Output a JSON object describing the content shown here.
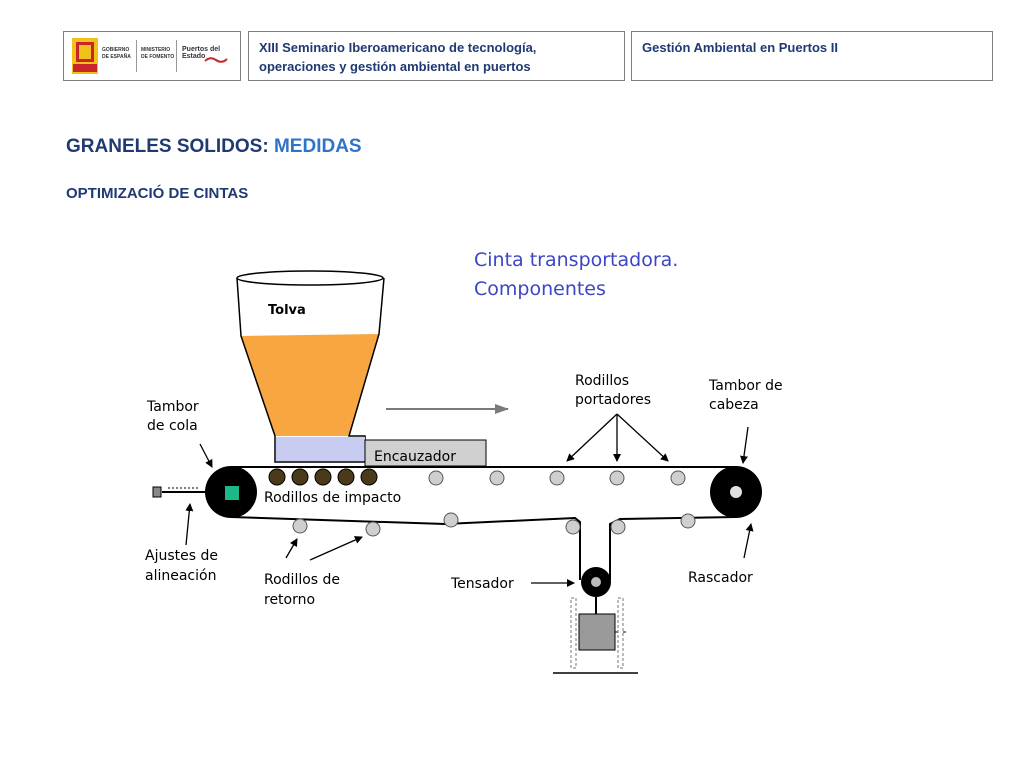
{
  "header": {
    "logo": {
      "ministry_text_1": "GOBIERNO",
      "ministry_text_2": "DE ESPAÑA",
      "ministry_text_3": "MINISTERIO",
      "ministry_text_4": "DE FOMENTO",
      "agency": "Puertos del Estado"
    },
    "seminar_line1": "XIII Seminario Iberoamericano de tecnología,",
    "seminar_line2": "operaciones y gestión ambiental en puertos",
    "gestion": "Gestión Ambiental en Puertos II"
  },
  "title": {
    "prefix": "GRANELES SOLIDOS: ",
    "accent": "MEDIDAS"
  },
  "subtitle": "OPTIMIZACIÓ DE CINTAS",
  "diagram": {
    "caption_line1": "Cinta transportadora.",
    "caption_line2": "Componentes",
    "labels": {
      "tolva": "Tolva",
      "encauzador": "Encauzador",
      "tambor_cola_1": "Tambor",
      "tambor_cola_2": "de cola",
      "rodillos_portadores_1": "Rodillos",
      "rodillos_portadores_2": "portadores",
      "tambor_cabeza_1": "Tambor de",
      "tambor_cabeza_2": "cabeza",
      "rodillos_impacto": "Rodillos de impacto",
      "ajustes_1": "Ajustes de",
      "ajustes_2": "alineación",
      "rodillos_retorno_1": "Rodillos de",
      "rodillos_retorno_2": "retorno",
      "tensador": "Tensador",
      "rascador": "Rascador"
    },
    "colors": {
      "material": "#f7a641",
      "chute": "#c8ccf0",
      "caption": "#3c46c4",
      "belt": "#000000",
      "impact_roller": "#4a3a1a",
      "idler": "#cfcfcf",
      "alignment_block": "#1db887",
      "weight": "#9a9a9a"
    }
  }
}
